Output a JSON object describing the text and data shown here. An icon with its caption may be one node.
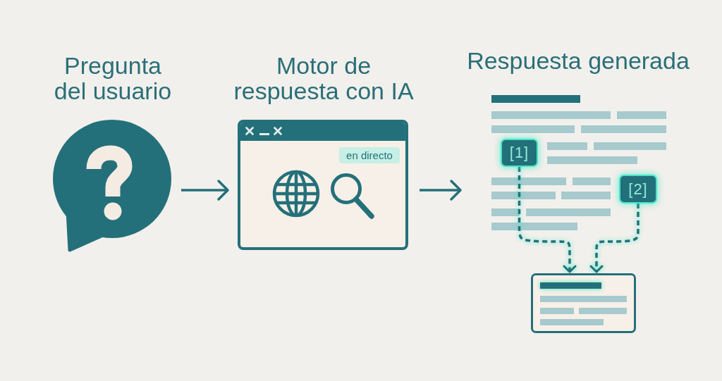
{
  "diagram": {
    "nodes": [
      {
        "text": [
          "Pregunta del usuario"
        ]
      },
      {
        "text": [
          "Motor de respuesta con IA",
          "en directo"
        ]
      },
      {
        "text": [
          "Respuesta generada"
        ]
      },
      {
        "text": [
          "[1]"
        ],
        "in": 2
      },
      {
        "text": [
          "[2]"
        ],
        "in": 2
      },
      {
        "text": [],
        "shape": "box"
      }
    ],
    "edges": [
      {
        "from": 0,
        "to": 1,
        "arrow": "to"
      },
      {
        "from": 1,
        "to": 2,
        "arrow": "to"
      },
      {
        "from": 3,
        "to": 5,
        "arrow": "to",
        "style": "dashed"
      },
      {
        "from": 4,
        "to": 5,
        "arrow": "to",
        "style": "dashed"
      }
    ]
  }
}
